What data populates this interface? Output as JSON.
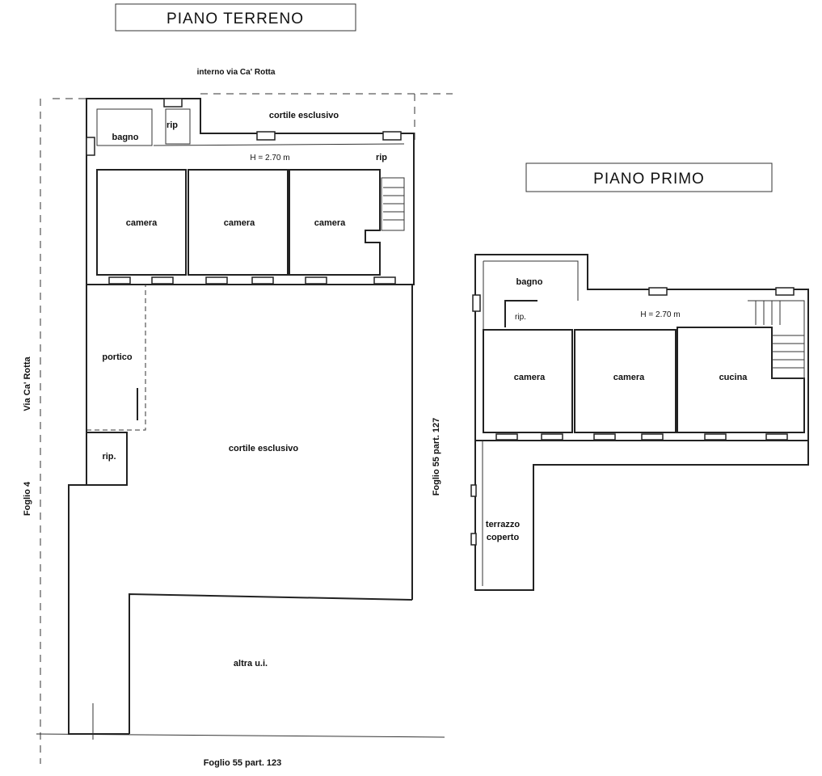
{
  "ground_floor": {
    "title": "PIANO TERRENO",
    "street_top": "interno via Ca' Rotta",
    "height_note": "H = 2.70 m",
    "rooms": {
      "bagno": "bagno",
      "rip_top": "rip",
      "rip_right": "rip",
      "camera_1": "camera",
      "camera_2": "camera",
      "camera_3": "camera",
      "cortile_top": "cortile esclusivo",
      "portico": "portico",
      "rip_lower": "rip.",
      "cortile_main": "cortile esclusivo",
      "altra_ui": "altra u.i."
    },
    "boundaries": {
      "left_street": "Via Ca' Rotta",
      "left_sheet": "Foglio 4",
      "right": "Foglio 55 part. 127",
      "bottom": "Foglio 55 part. 123"
    }
  },
  "first_floor": {
    "title": "PIANO PRIMO",
    "height_note": "H = 2.70 m",
    "rooms": {
      "bagno": "bagno",
      "rip": "rip.",
      "camera_1": "camera",
      "camera_2": "camera",
      "cucina": "cucina",
      "terrazzo_1": "terrazzo",
      "terrazzo_2": "coperto"
    }
  }
}
